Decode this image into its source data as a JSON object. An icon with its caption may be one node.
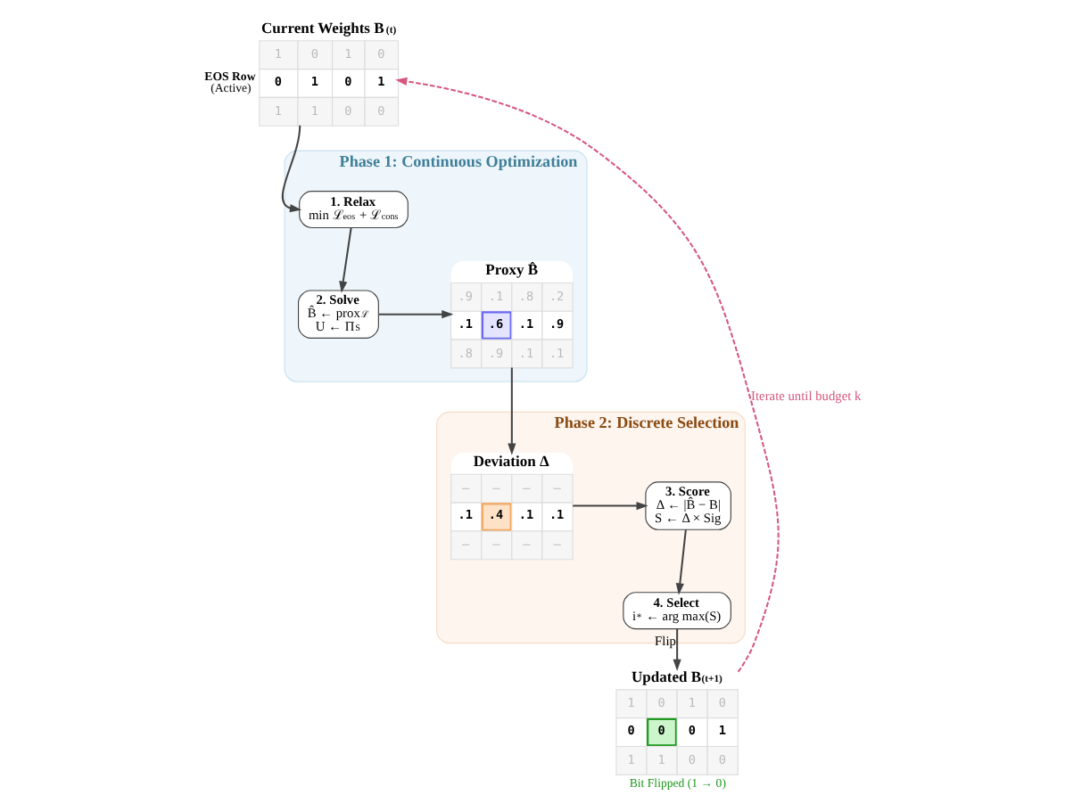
{
  "diagram": {
    "nodes": [
      {
        "text": [
          "Current Weights B$^{(t)}$",
          "1",
          "0",
          "1",
          "0",
          "0",
          "1",
          "0",
          "1",
          "1",
          "1",
          "0",
          "0"
        ],
        "beside": [
          "EOS Row",
          "(Active)"
        ]
      },
      {
        "text": [
          "Phase 1: Continuous Optimization"
        ]
      },
      {
        "text": [
          "1. Relax",
          "min ℒ$_{eos}$ + ℒ$_{cons}$"
        ],
        "in": 1
      },
      {
        "text": [
          "2. Solve",
          "B̂ ← prox$_{ℒ}$",
          "U ← Π$_{S}$"
        ],
        "in": 1
      },
      {
        "text": [
          "Proxy B̂",
          ".9",
          ".1",
          ".8",
          ".2",
          ".1",
          ".6",
          ".1",
          ".9",
          ".8",
          ".9",
          ".1",
          ".1"
        ],
        "in": 1
      },
      {
        "text": [
          "Phase 2: Discrete Selection"
        ]
      },
      {
        "text": [
          "3. Score",
          "Δ ← |B̂ − B|",
          "S ← Δ × Sig"
        ],
        "in": 5
      },
      {
        "text": [
          "4. Select",
          "i$^{*}$ ← arg max(S)"
        ],
        "in": 5
      },
      {
        "text": [
          "Deviation Δ",
          "—",
          "—",
          "—",
          "—",
          ".1",
          ".4",
          ".1",
          ".1",
          "—",
          "—",
          "—",
          "—"
        ],
        "in": 5
      },
      {
        "text": [
          "Updated B$^{(t+1)}$",
          "1",
          "0",
          "1",
          "0",
          "0",
          "0",
          "0",
          "1",
          "1",
          "1",
          "0",
          "0"
        ],
        "beside": [
          "Bit Flipped (1 → 0)"
        ]
      }
    ],
    "edges": [
      {
        "from": 0,
        "to": 2,
        "arrow": "to"
      },
      {
        "from": 2,
        "to": 3,
        "arrow": "to"
      },
      {
        "from": 3,
        "to": 4,
        "arrow": "to"
      },
      {
        "from": 4,
        "to": 8,
        "arrow": "to"
      },
      {
        "from": 8,
        "to": 6,
        "arrow": "to"
      },
      {
        "from": 6,
        "to": 7,
        "arrow": "to"
      },
      {
        "from": 7,
        "to": 9,
        "arrow": "to",
        "label": "Flip"
      },
      {
        "from": 9,
        "to": 0,
        "arrow": "to",
        "label": "Iterate until budget k",
        "style": "dashed",
        "color": "#d6587f"
      }
    ]
  }
}
